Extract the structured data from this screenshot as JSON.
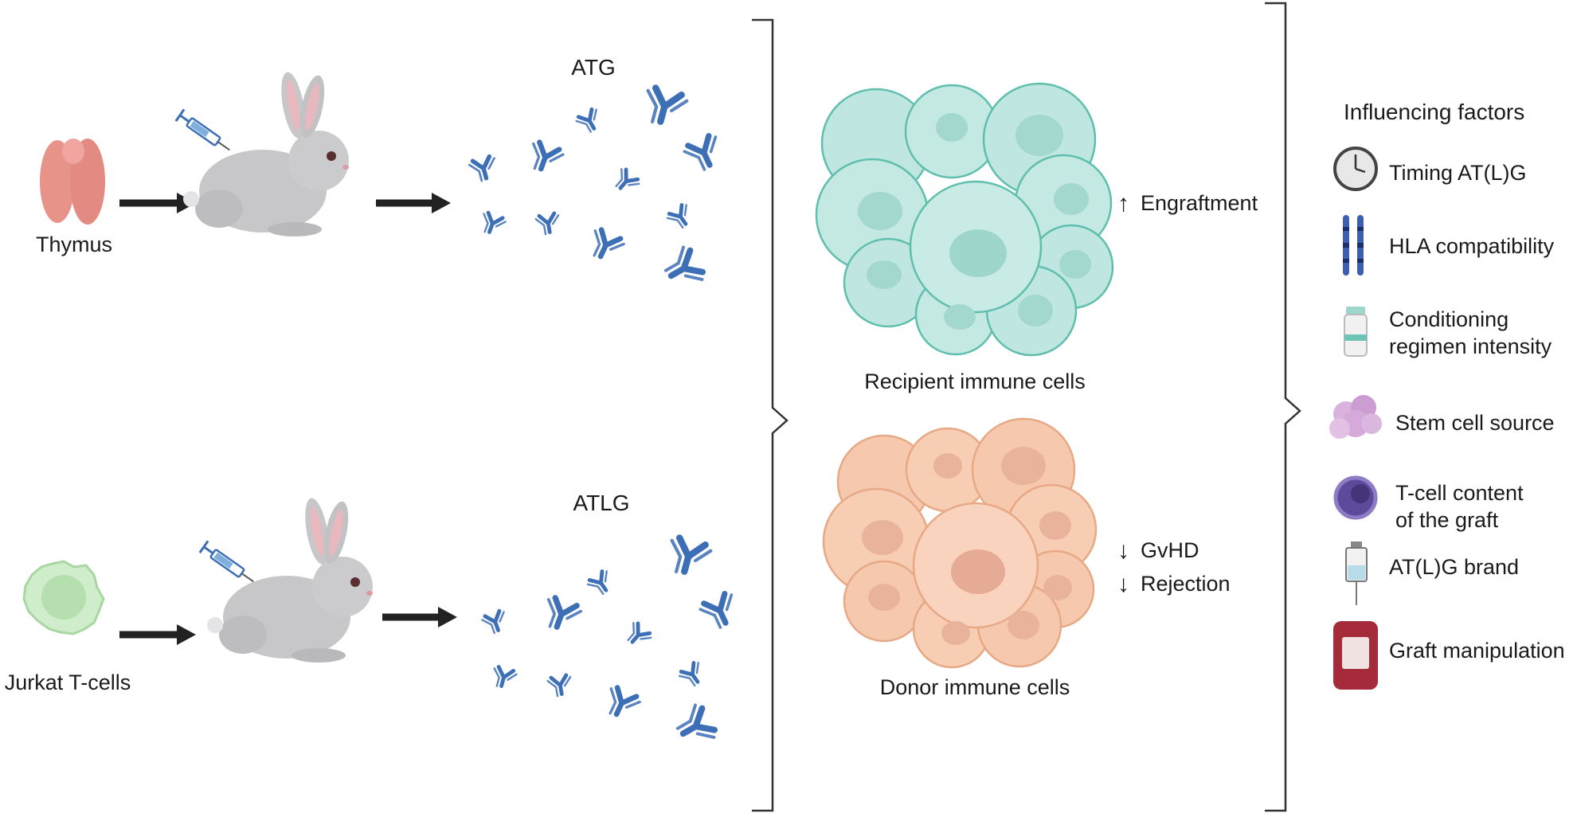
{
  "sources": {
    "top": {
      "tissue": "Thymus",
      "product": "ATG"
    },
    "bottom": {
      "tissue": "Jurkat T-cells",
      "product": "ATLG"
    }
  },
  "cells": {
    "recipient": {
      "label": "Recipient immune cells",
      "effect_direction": "up",
      "effect": "Engraftment"
    },
    "donor": {
      "label": "Donor immune cells",
      "effects": [
        {
          "direction": "down",
          "label": "GvHD"
        },
        {
          "direction": "down",
          "label": "Rejection"
        }
      ]
    }
  },
  "factors": {
    "title": "Influencing factors",
    "items": [
      {
        "icon": "clock-icon",
        "line1": "Timing AT(L)G",
        "line2": ""
      },
      {
        "icon": "chromosome-icon",
        "line1": "HLA compatibility",
        "line2": ""
      },
      {
        "icon": "vial-icon",
        "line1": "Conditioning",
        "line2": "regimen intensity"
      },
      {
        "icon": "stem-cell-cluster-icon",
        "line1": "Stem cell source",
        "line2": ""
      },
      {
        "icon": "t-cell-icon",
        "line1": "T-cell content",
        "line2": "of the graft"
      },
      {
        "icon": "syringe-icon",
        "line1": "AT(L)G brand",
        "line2": ""
      },
      {
        "icon": "blood-bag-icon",
        "line1": "Graft manipulation",
        "line2": ""
      }
    ]
  },
  "colors": {
    "antibody": "#3d6fb6",
    "recipient_cell": "#bfe6e0",
    "recipient_outline": "#5fbfae",
    "donor_cell": "#f6c9ae",
    "donor_outline": "#e7a985",
    "thymus": "#e8938a",
    "rabbit": "#c7c7c9",
    "jurkat": "#cfeccb",
    "brace": "#333333",
    "arrow": "#222222"
  }
}
